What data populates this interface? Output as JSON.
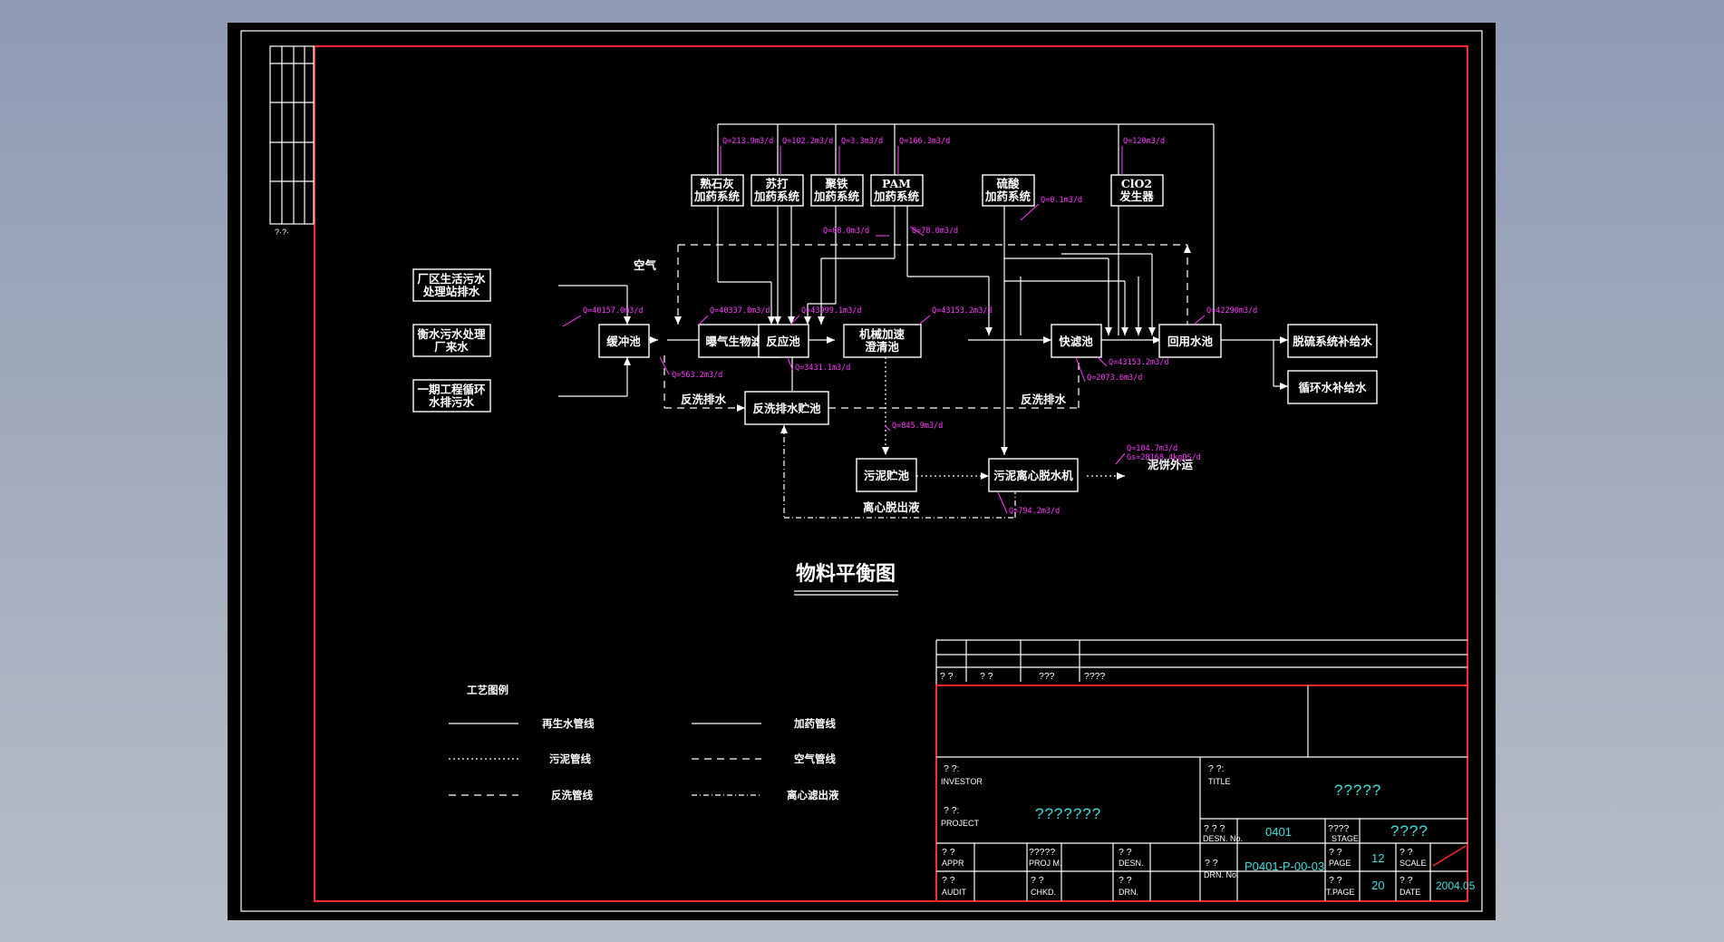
{
  "title": "物料平衡图",
  "units": {
    "u1": "厂区生活污水\n处理站排水",
    "u2": "衡水污水处理\n厂来水",
    "u3": "一期工程循环\n水排污水",
    "buffer": "缓冲池",
    "baf": "曝气生物滤池",
    "react": "反应池",
    "clar": "机械加速\n澄清池",
    "fast": "快滤池",
    "reuse": "回用水池",
    "out1": "脱硫系统补给水",
    "out2": "循环水补给水",
    "lime": "熟石灰\n加药系统",
    "soda": "苏打\n加药系统",
    "iron": "聚铁\n加药系统",
    "pam": "PAM\n加药系统",
    "acid": "硫酸\n加药系统",
    "clo2": "ClO2\n发生器",
    "bwtank": "反洗排水贮池",
    "sludge": "污泥贮池",
    "centri": "污泥离心脱水机",
    "cake": "泥饼外运"
  },
  "labels": {
    "air": "空气",
    "bw1": "反洗排水",
    "bw2": "反洗排水",
    "centrate": "离心脱出液"
  },
  "flows": {
    "f_lime": "Q=213.9m3/d",
    "f_soda": "Q=102.2m3/d",
    "f_iron": "Q=3.3m3/d",
    "f_pam": "Q=166.3m3/d",
    "f_clo2": "Q=120m3/d",
    "f_pam1": "Q=88.0m3/d",
    "f_pam2": "Q=78.0m3/d",
    "f_acid": "Q=0.1m3/d",
    "f_in": "Q=40157.0m3/d",
    "f_baf": "Q=40337.0m3/d",
    "f_react": "Q=43999.1m3/d",
    "f_clar": "Q=43153.2m3/d",
    "f_reuse": "Q=42290m3/d",
    "f_bw1": "Q=563.2m3/d",
    "f_bwr": "Q=3431.1m3/d",
    "f_sl": "Q=845.9m3/d",
    "f_fast": "Q=43153.2m3/d",
    "f_bw2": "Q=2073.6m3/d",
    "f_cake1": "Q=104.7m3/d",
    "f_cake2": "Gs=28168.4kgDS/d",
    "f_cen": "Q=794.2m3/d"
  },
  "legend": {
    "heading": "工艺图例",
    "items": [
      "再生水管线",
      "加药管线",
      "污泥管线",
      "空气管线",
      "反洗管线",
      "离心滤出液"
    ]
  },
  "titleblock": {
    "r1": [
      "? ?",
      "? ?",
      "???",
      "????"
    ],
    "investor_q": "? ?:",
    "investor": "INVESTOR",
    "title_q": "? ?:",
    "title": "TITLE",
    "title_val": "?????",
    "project_q": "? ?:",
    "project": "PROJECT",
    "project_val": "???????",
    "desn_no_q": "? ? ?",
    "desn_no": "DESN. No.",
    "desn_no_val": "0401",
    "stage_q": "????",
    "stage": "STAGE",
    "stage_val": "????",
    "appr_q": "? ?",
    "appr": "APPR",
    "projm_q": "?????",
    "projm": "PROJ M.",
    "desn_q": "? ?",
    "desn": "DESN.",
    "drn_no_q": "? ?",
    "drn_no": "DRN. No.",
    "drn_no_val": "P0401-P-00-03",
    "page_q": "? ?",
    "page": "PAGE",
    "page_val": "12",
    "scale_q": "? ?",
    "scale": "SCALE",
    "audit_q": "? ?",
    "audit": "AUDIT",
    "chkd_q": "? ?",
    "chkd": "CHKD.",
    "drn_q": "? ?",
    "drn": "DRN.",
    "tpage_q": "? ?",
    "tpage": "T.PAGE",
    "tpage_val": "20",
    "date_q": "? ?",
    "date": "DATE",
    "date_val": "2004.05",
    "side": "?·?·"
  }
}
